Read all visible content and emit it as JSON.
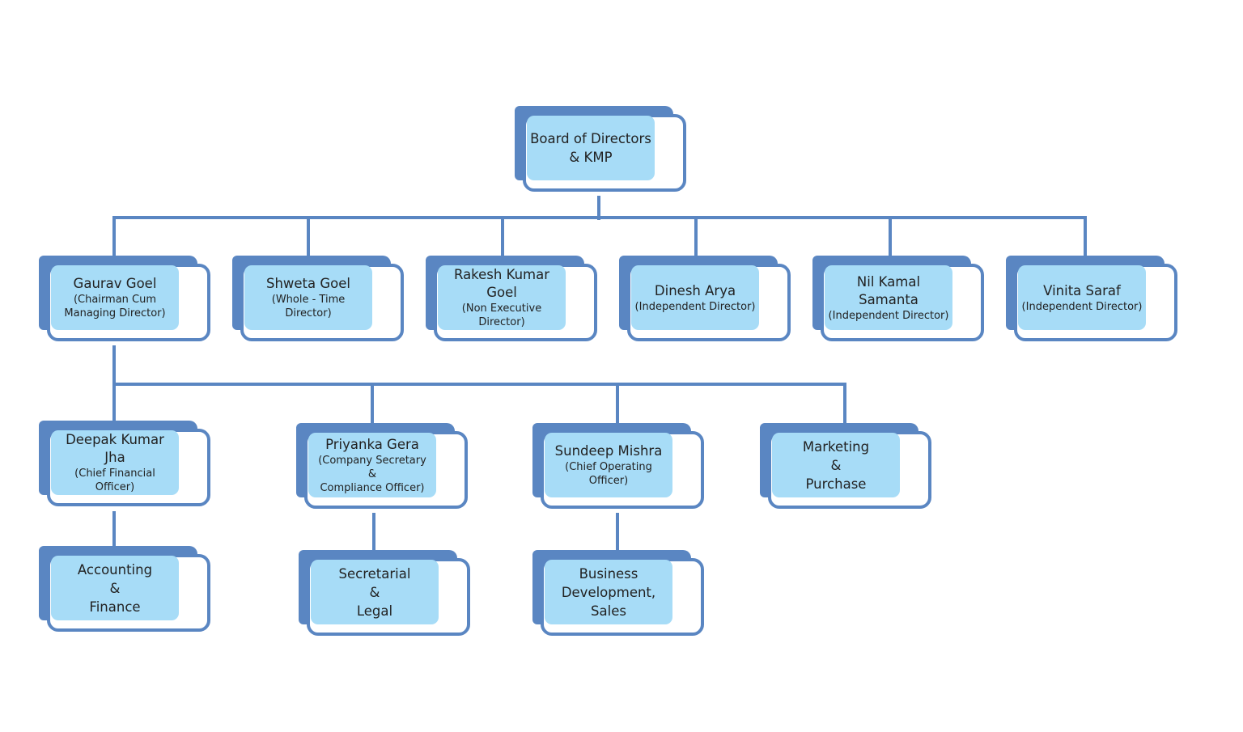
{
  "colors": {
    "line": "#5a86c2",
    "box_back": "#5a86c2",
    "box_face": "#a7dcf7",
    "text": "#222222"
  },
  "root": {
    "name": "Board of Directors\n& KMP",
    "role": ""
  },
  "directors": [
    {
      "name": "Gaurav Goel",
      "role": "(Chairman Cum\nManaging Director)"
    },
    {
      "name": "Shweta Goel",
      "role": "(Whole - Time Director)"
    },
    {
      "name": "Rakesh Kumar Goel",
      "role": "(Non Executive\nDirector)"
    },
    {
      "name": "Dinesh Arya",
      "role": "(Independent Director)"
    },
    {
      "name": "Nil Kamal Samanta",
      "role": "(Independent Director)"
    },
    {
      "name": "Vinita Saraf",
      "role": "(Independent Director)"
    }
  ],
  "officers": [
    {
      "name": "Deepak Kumar Jha",
      "role": "(Chief Financial\nOfficer)"
    },
    {
      "name": "Priyanka Gera",
      "role": "(Company Secretary\n&\nCompliance Officer)"
    },
    {
      "name": "Sundeep Mishra",
      "role": "(Chief Operating\nOfficer)"
    },
    {
      "name": "Marketing\n&\nPurchase",
      "role": ""
    }
  ],
  "departments": [
    {
      "name": "Accounting\n&\nFinance",
      "role": ""
    },
    {
      "name": "Secretarial\n&\nLegal",
      "role": ""
    },
    {
      "name": "Business\nDevelopment,\nSales",
      "role": ""
    }
  ]
}
